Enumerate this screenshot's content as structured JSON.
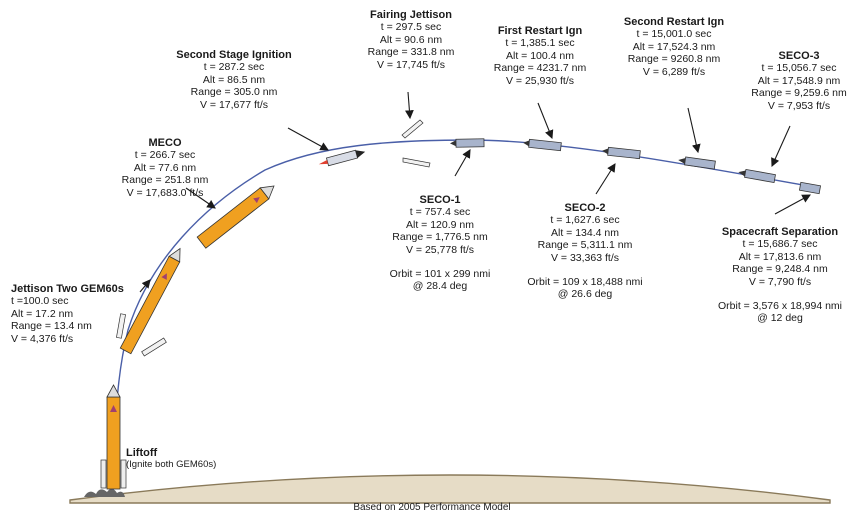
{
  "events": {
    "fairing": {
      "title": "Fairing Jettison",
      "lines": [
        "t = 297.5 sec",
        "Alt = 90.6 nm",
        "Range = 331.8 nm",
        "V = 17,745 ft/s"
      ]
    },
    "first_restart": {
      "title": "First Restart Ign",
      "lines": [
        "t = 1,385.1 sec",
        "Alt = 100.4 nm",
        "Range = 4231.7 nm",
        "V = 25,930 ft/s"
      ]
    },
    "second_restart": {
      "title": "Second Restart Ign",
      "lines": [
        "t = 15,001.0 sec",
        "Alt = 17,524.3 nm",
        "Range = 9260.8 nm",
        "V = 6,289 ft/s"
      ]
    },
    "seco3": {
      "title": "SECO-3",
      "lines": [
        "t = 15,056.7 sec",
        "Alt = 17,548.9 nm",
        "Range = 9,259.6 nm",
        "V = 7,953 ft/s"
      ]
    },
    "second_stage": {
      "title": "Second Stage Ignition",
      "lines": [
        "t = 287.2 sec",
        "Alt = 86.5 nm",
        "Range = 305.0 nm",
        "V = 17,677 ft/s"
      ]
    },
    "meco": {
      "title": "MECO",
      "lines": [
        "t = 266.7  sec",
        "Alt = 77.6 nm",
        "Range = 251.8 nm",
        "V = 17,683.0 ft/s"
      ]
    },
    "seco1": {
      "title": "SECO-1",
      "lines": [
        "t = 757.4  sec",
        "Alt = 120.9 nm",
        "Range = 1,776.5 nm",
        "V = 25,778 ft/s"
      ],
      "orbit": [
        "Orbit = 101 x 299 nmi",
        "@ 28.4 deg"
      ]
    },
    "seco2": {
      "title": "SECO-2",
      "lines": [
        "t = 1,627.6 sec",
        "Alt = 134.4 nm",
        "Range = 5,311.1 nm",
        "V = 33,363 ft/s"
      ],
      "orbit": [
        "Orbit = 109 x 18,488 nmi",
        "@ 26.6 deg"
      ]
    },
    "separation": {
      "title": "Spacecraft Separation",
      "lines": [
        "t = 15,686.7 sec",
        "Alt = 17,813.6 nm",
        "Range = 9,248.4 nm",
        "V = 7,790 ft/s"
      ],
      "orbit": [
        "Orbit = 3,576 x 18,994 nmi",
        "@ 12  deg"
      ]
    },
    "gem60": {
      "title": "Jettison Two GEM60s",
      "lines": [
        "t =100.0 sec",
        "Alt = 17.2 nm",
        "Range = 13.4 nm",
        "V = 4,376 ft/s"
      ]
    },
    "liftoff": {
      "title": "Liftoff",
      "lines": [
        "(Ignite both GEM60s)"
      ]
    }
  },
  "footer": "Based on 2005 Performance Model",
  "colors": {
    "booster": "#f0a020",
    "stage": "#a8b4cc",
    "trajectory": "#4a5fa8",
    "ink": "#1a1a1a"
  }
}
